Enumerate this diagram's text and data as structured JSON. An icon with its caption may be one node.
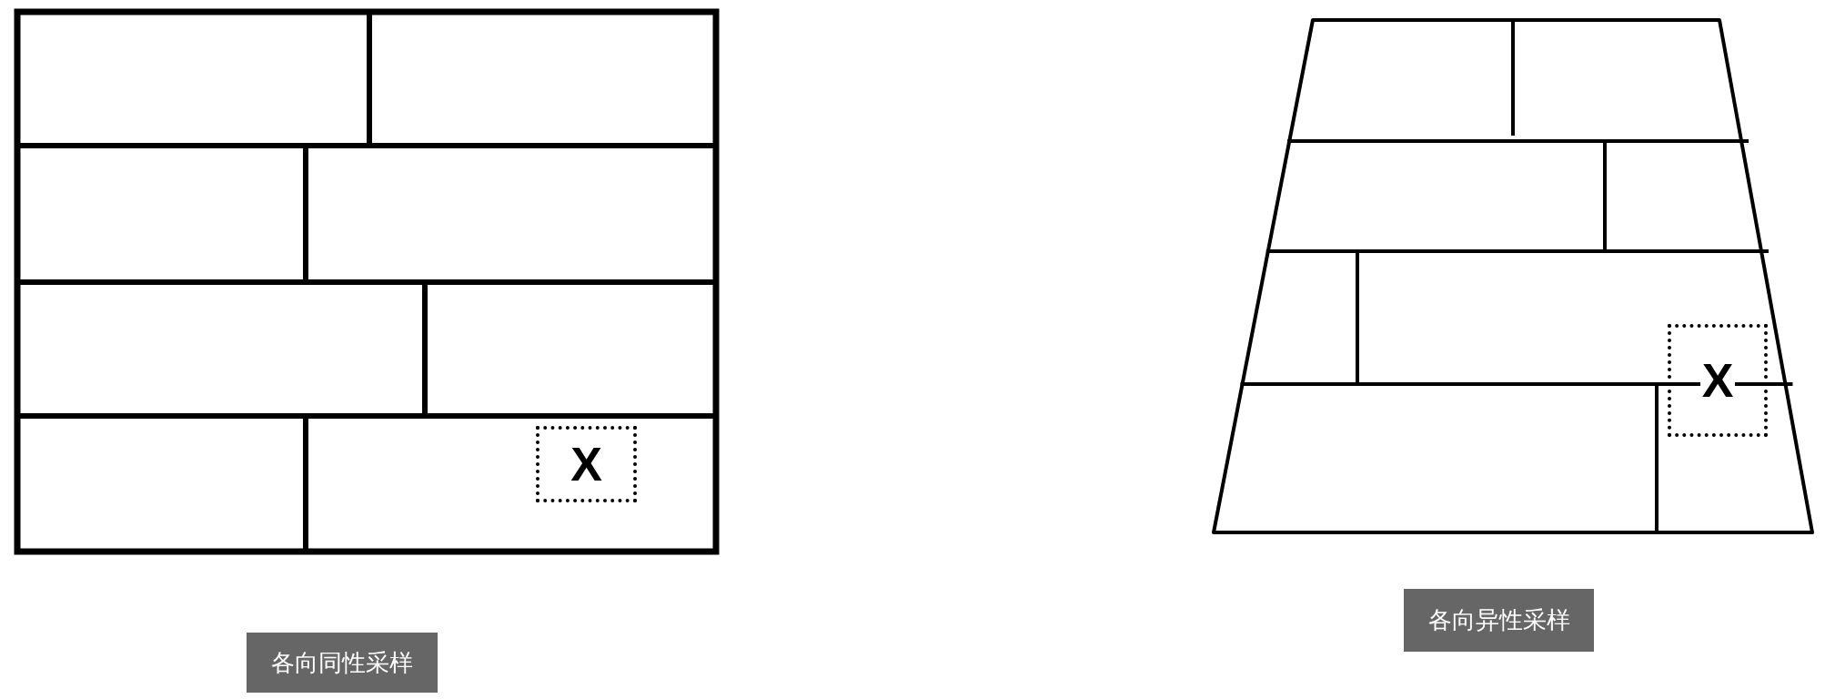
{
  "diagram": {
    "nodes": [
      {
        "text": [
          "X"
        ]
      },
      {
        "text": [
          "各向同性采样"
        ]
      },
      {
        "text": [
          "X"
        ]
      },
      {
        "text": [
          "各向异性采样"
        ]
      }
    ]
  }
}
